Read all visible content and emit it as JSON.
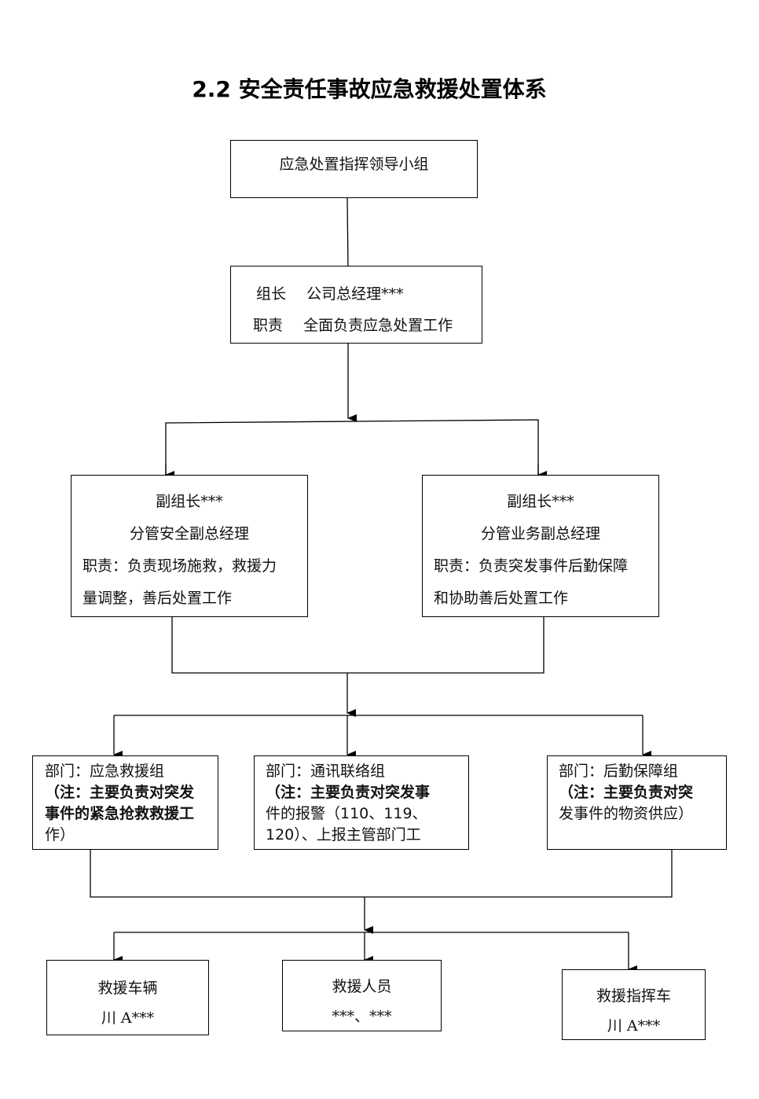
{
  "title": "2.2 安全责任事故应急救援处置体系",
  "leader_group": {
    "name": "应急处置指挥领导小组"
  },
  "leader": {
    "line1_label": "组长",
    "line1_value": "公司总经理***",
    "line2_label": "职责",
    "line2_value": "全面负责应急处置工作"
  },
  "deputy_left": {
    "line1": "副组长***",
    "line2": "分管安全副总经理",
    "line3": "职责：负责现场施救，救援力",
    "line4": "量调整，善后处置工作"
  },
  "deputy_right": {
    "line1": "副组长***",
    "line2": "分管业务副总经理",
    "line3": "职责：负责突发事件后勤保障",
    "line4": "和协助善后处置工作"
  },
  "departments": [
    {
      "line1": "部门：应急救援组",
      "line2": "（注：主要负责对突发",
      "line3": "事件的紧急抢救救援工",
      "line4": "作）"
    },
    {
      "line1": "部门：通讯联络组",
      "line2": "（注：主要负责对突发事",
      "line3": "件的报警（110、119、",
      "line4": "120）、上报主管部门工"
    },
    {
      "line1": "部门：后勤保障组",
      "line2": "（注：主要负责对突",
      "line3": "发事件的物资供应）"
    }
  ],
  "resources": [
    {
      "line1": "救援车辆",
      "line2": "川 A***"
    },
    {
      "line1": "救援人员",
      "line2": "***、***"
    },
    {
      "line1": "救援指挥车",
      "line2": "川 A***"
    }
  ]
}
